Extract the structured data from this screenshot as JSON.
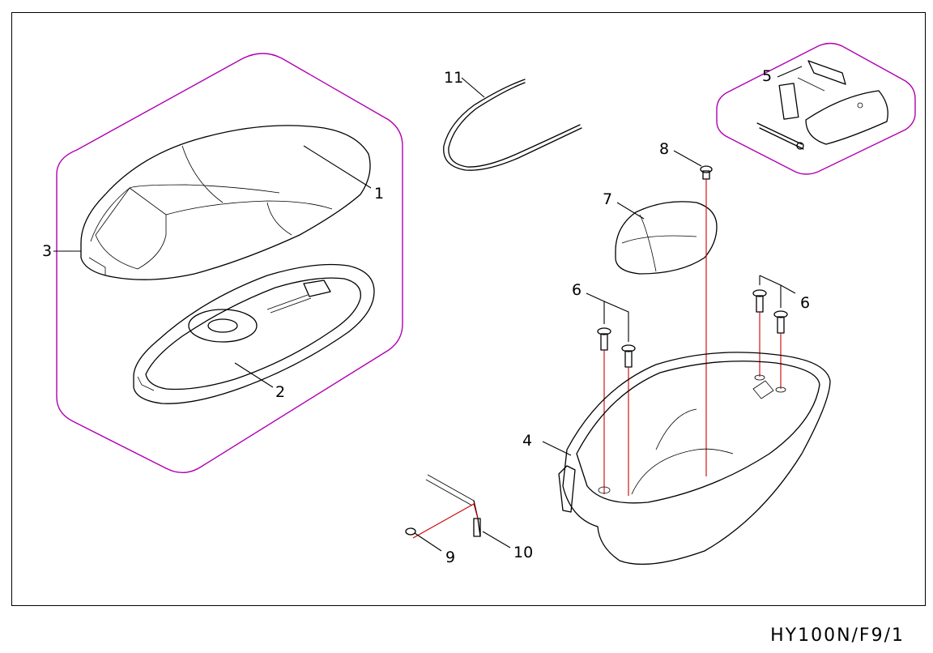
{
  "diagram": {
    "drawing_code": "HY100N/F9/1",
    "callouts": [
      {
        "id": "1",
        "label": "1"
      },
      {
        "id": "2",
        "label": "2"
      },
      {
        "id": "3",
        "label": "3"
      },
      {
        "id": "4",
        "label": "4"
      },
      {
        "id": "5",
        "label": "5"
      },
      {
        "id": "6a",
        "label": "6"
      },
      {
        "id": "6b",
        "label": "6"
      },
      {
        "id": "7",
        "label": "7"
      },
      {
        "id": "8",
        "label": "8"
      },
      {
        "id": "9",
        "label": "9"
      },
      {
        "id": "10",
        "label": "10"
      },
      {
        "id": "11",
        "label": "11"
      }
    ]
  },
  "colors": {
    "group_outline": "#b100b1",
    "assembly_lines": "#cc0000",
    "line_art": "#000000"
  }
}
